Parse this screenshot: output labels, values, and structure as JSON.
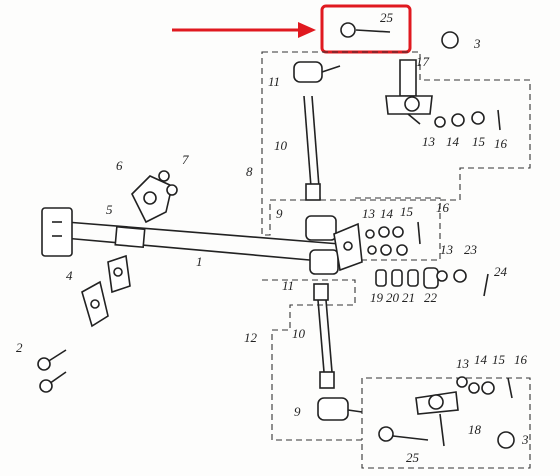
{
  "diagram": {
    "highlight_color": "#e0191f",
    "ink_color": "#222222",
    "callouts": {
      "p25_top": "25",
      "p3_top": "3",
      "p17": "17",
      "p11_top": "11",
      "p8": "8",
      "p10_top": "10",
      "p13_top": "13",
      "p14_top": "14",
      "p15_top": "15",
      "p16_top": "16",
      "p6": "6",
      "p7": "7",
      "p5": "5",
      "p9_top": "9",
      "p13_mid": "13",
      "p14_mid": "14",
      "p15_mid": "15",
      "p16_mid": "16",
      "p1": "1",
      "p4": "4",
      "p11_mid": "11",
      "p13_right": "13",
      "p23": "23",
      "p19": "19",
      "p20": "20",
      "p21": "21",
      "p22": "22",
      "p24": "24",
      "p12": "12",
      "p10_bot": "10",
      "p2": "2",
      "p13_bot": "13",
      "p14_bot": "14",
      "p15_bot": "15",
      "p16_bot": "16",
      "p9_bot": "9",
      "p18": "18",
      "p3_bot": "3",
      "p25_bot": "25"
    }
  }
}
